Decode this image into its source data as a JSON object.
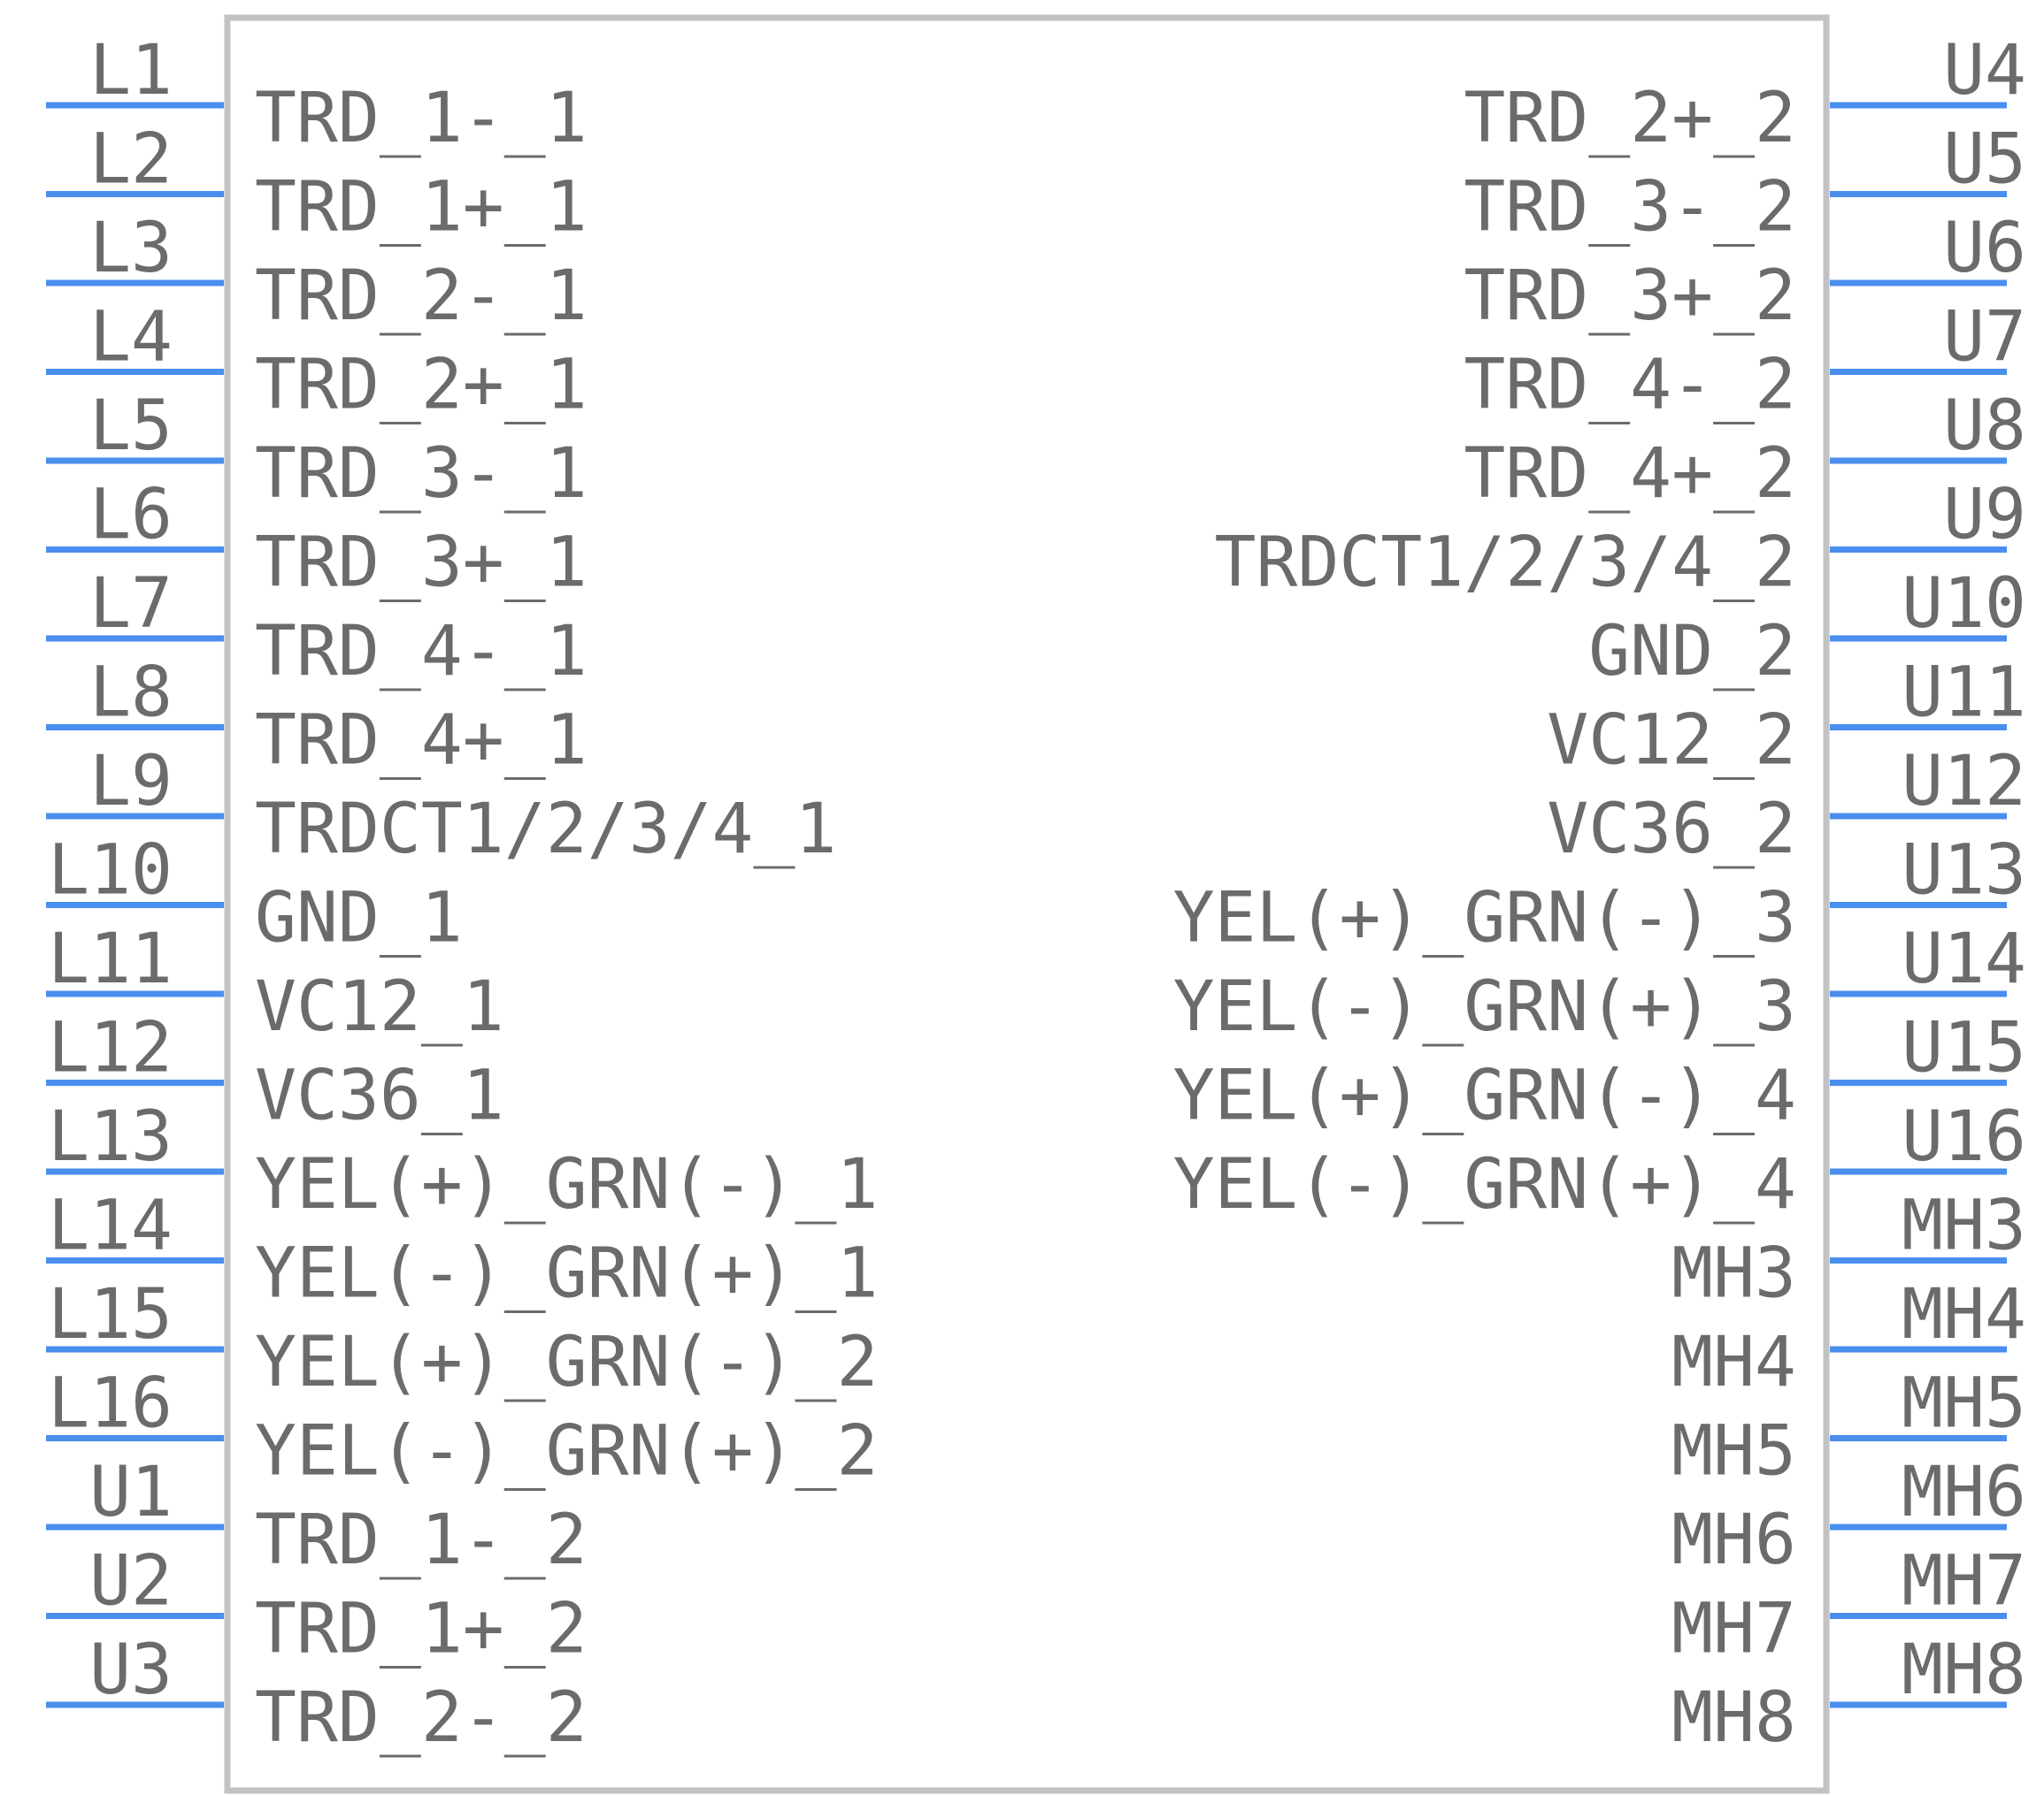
{
  "component": {
    "body_color": "#c2c2c2",
    "pin_color": "#4a8eee",
    "text_color": "#6b6b6b",
    "left_pins": [
      {
        "pin": "L1",
        "signal": "TRD_1-_1"
      },
      {
        "pin": "L2",
        "signal": "TRD_1+_1"
      },
      {
        "pin": "L3",
        "signal": "TRD_2-_1"
      },
      {
        "pin": "L4",
        "signal": "TRD_2+_1"
      },
      {
        "pin": "L5",
        "signal": "TRD_3-_1"
      },
      {
        "pin": "L6",
        "signal": "TRD_3+_1"
      },
      {
        "pin": "L7",
        "signal": "TRD_4-_1"
      },
      {
        "pin": "L8",
        "signal": "TRD_4+_1"
      },
      {
        "pin": "L9",
        "signal": "TRDCT1/2/3/4_1"
      },
      {
        "pin": "L10",
        "signal": "GND_1"
      },
      {
        "pin": "L11",
        "signal": "VC12_1"
      },
      {
        "pin": "L12",
        "signal": "VC36_1"
      },
      {
        "pin": "L13",
        "signal": "YEL(+)_GRN(-)_1"
      },
      {
        "pin": "L14",
        "signal": "YEL(-)_GRN(+)_1"
      },
      {
        "pin": "L15",
        "signal": "YEL(+)_GRN(-)_2"
      },
      {
        "pin": "L16",
        "signal": "YEL(-)_GRN(+)_2"
      },
      {
        "pin": "U1",
        "signal": "TRD_1-_2"
      },
      {
        "pin": "U2",
        "signal": "TRD_1+_2"
      },
      {
        "pin": "U3",
        "signal": "TRD_2-_2"
      }
    ],
    "right_pins": [
      {
        "pin": "U4",
        "signal": "TRD_2+_2"
      },
      {
        "pin": "U5",
        "signal": "TRD_3-_2"
      },
      {
        "pin": "U6",
        "signal": "TRD_3+_2"
      },
      {
        "pin": "U7",
        "signal": "TRD_4-_2"
      },
      {
        "pin": "U8",
        "signal": "TRD_4+_2"
      },
      {
        "pin": "U9",
        "signal": "TRDCT1/2/3/4_2"
      },
      {
        "pin": "U10",
        "signal": "GND_2"
      },
      {
        "pin": "U11",
        "signal": "VC12_2"
      },
      {
        "pin": "U12",
        "signal": "VC36_2"
      },
      {
        "pin": "U13",
        "signal": "YEL(+)_GRN(-)_3"
      },
      {
        "pin": "U14",
        "signal": "YEL(-)_GRN(+)_3"
      },
      {
        "pin": "U15",
        "signal": "YEL(+)_GRN(-)_4"
      },
      {
        "pin": "U16",
        "signal": "YEL(-)_GRN(+)_4"
      },
      {
        "pin": "MH3",
        "signal": "MH3"
      },
      {
        "pin": "MH4",
        "signal": "MH4"
      },
      {
        "pin": "MH5",
        "signal": "MH5"
      },
      {
        "pin": "MH6",
        "signal": "MH6"
      },
      {
        "pin": "MH7",
        "signal": "MH7"
      },
      {
        "pin": "MH8",
        "signal": "MH8"
      }
    ]
  }
}
